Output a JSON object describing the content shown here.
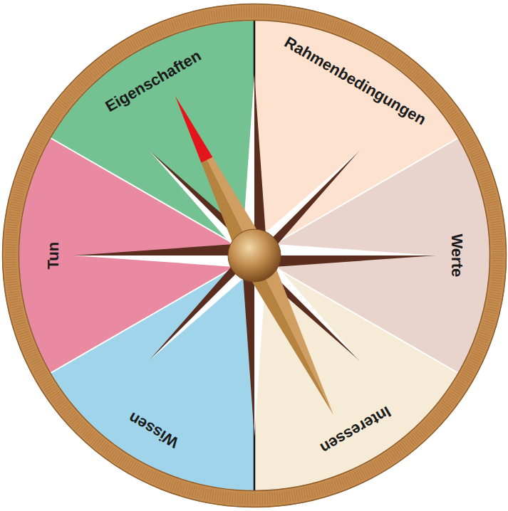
{
  "diagram": {
    "nodes": [
      {
        "text": [
          "Eigenschaften"
        ]
      },
      {
        "text": [
          "Rahmenbedingungen"
        ]
      },
      {
        "text": [
          "Werte"
        ]
      },
      {
        "text": [
          "Interessen"
        ]
      },
      {
        "text": [
          "Wissen"
        ]
      },
      {
        "text": [
          "Tun"
        ]
      }
    ]
  }
}
